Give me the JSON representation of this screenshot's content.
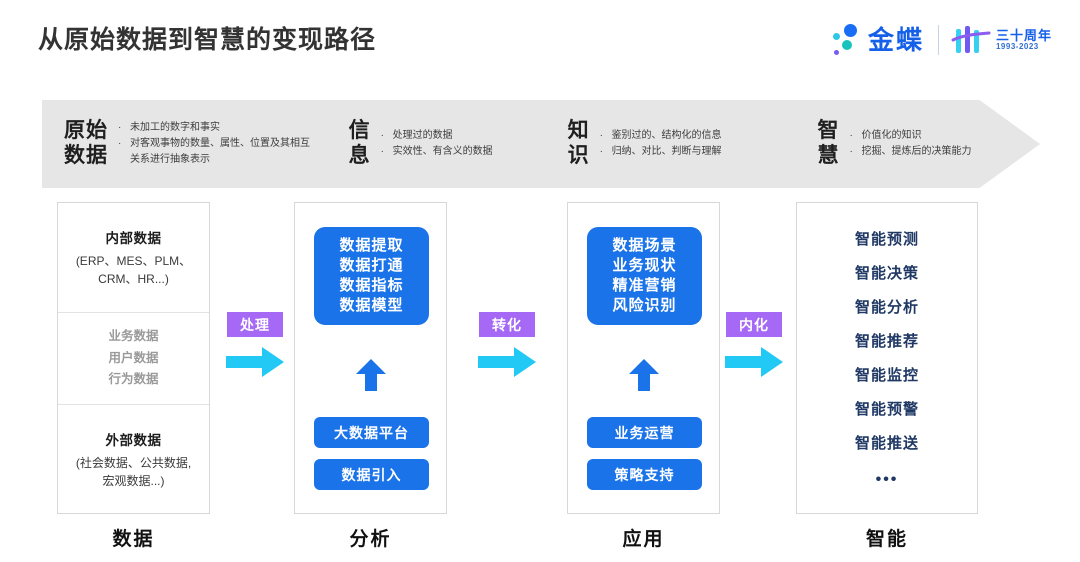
{
  "header": {
    "title": "从原始数据到智慧的变现路径",
    "logo": {
      "brand": "金蝶",
      "anniversary_cn": "三十周年",
      "anniversary_years": "1993-2023",
      "dot_colors": [
        "#1a6ef5",
        "#2ec8e6",
        "#18c3bd",
        "#7a5bf0"
      ],
      "brand_color": "#1560e8"
    }
  },
  "banner": {
    "fill_color": "#e6e6e6",
    "columns": [
      {
        "title": "原始\n数据",
        "title_line1": "原始",
        "title_line2": "数据",
        "bullets": [
          "未加工的数字和事实",
          "对客观事物的数量、属性、位置及其相互关系进行抽象表示"
        ]
      },
      {
        "title_line1": "信",
        "title_line2": "息",
        "bullets": [
          "处理过的数据",
          "实效性、有含义的数据"
        ]
      },
      {
        "title_line1": "知",
        "title_line2": "识",
        "bullets": [
          "鉴别过的、结构化的信息",
          "归纳、对比、判断与理解"
        ]
      },
      {
        "title_line1": "智",
        "title_line2": "慧",
        "bullets": [
          "价值化的知识",
          "挖掘、提炼后的决策能力"
        ]
      }
    ]
  },
  "stages": {
    "labels": [
      "数据",
      "分析",
      "应用",
      "智能"
    ],
    "data_card": {
      "internal_head": "内部数据",
      "internal_sub_line1": "(ERP、MES、PLM、",
      "internal_sub_line2": "CRM、HR...)",
      "middle_items": [
        "业务数据",
        "用户数据",
        "行为数据"
      ],
      "external_head": "外部数据",
      "external_sub_line1": "(社会数据、公共数据,",
      "external_sub_line2": "宏观数据...)"
    },
    "analysis_card": {
      "box_items": [
        "数据提取",
        "数据打通",
        "数据指标",
        "数据模型"
      ],
      "pills": [
        "大数据平台",
        "数据引入"
      ]
    },
    "application_card": {
      "box_items": [
        "数据场景",
        "业务现状",
        "精准营销",
        "风险识别"
      ],
      "pills": [
        "业务运营",
        "策略支持"
      ]
    },
    "intelligence_card": {
      "items": [
        "智能预测",
        "智能决策",
        "智能分析",
        "智能推荐",
        "智能监控",
        "智能预警",
        "智能推送"
      ],
      "ellipsis": "•••"
    }
  },
  "connectors": [
    {
      "label": "处理"
    },
    {
      "label": "转化"
    },
    {
      "label": "内化"
    }
  ],
  "colors": {
    "blue": "#1a73e8",
    "navy": "#1f3864",
    "purple": "#a569f5",
    "cyan": "#22c9f5",
    "grey_text": "#9a9a9a",
    "banner_grey": "#e6e6e6"
  }
}
